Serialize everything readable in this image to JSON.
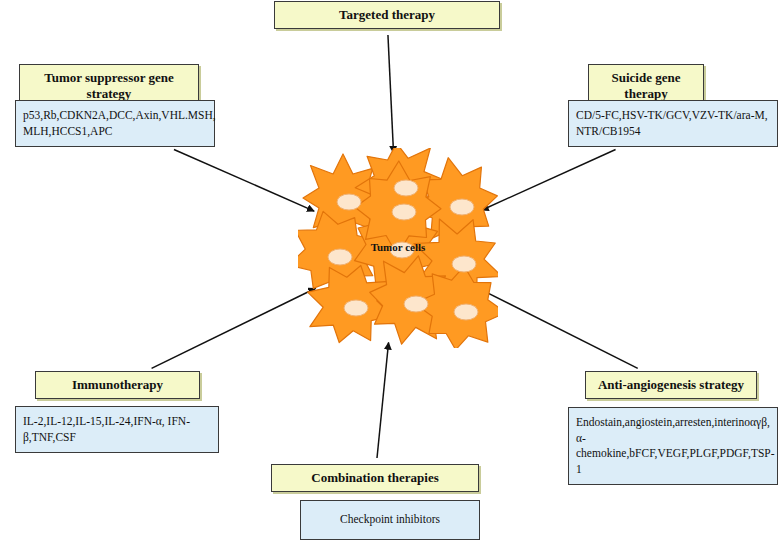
{
  "diagram": {
    "nodes": [
      {
        "text": [
          "Targeted therapy"
        ]
      },
      {
        "text": [
          "Tumor suppressor gene strategy"
        ]
      },
      {
        "text": [
          "p53,Rb,CDKN2A,DCC,Axin,VHL.MSH, MLH,HCCS1,APC"
        ]
      },
      {
        "text": [
          "Suicide gene therapy"
        ]
      },
      {
        "text": [
          "CD/5-FC,HSV-TK/GCV,VZV-TK/ara-M, NTR/CB1954"
        ]
      },
      {
        "text": [
          "Tumor cells"
        ]
      },
      {
        "text": [
          "Immunotherapy"
        ]
      },
      {
        "text": [
          "IL-2,IL-12,IL-15,IL-24,IFN-α, IFN-β,TNF,CSF"
        ]
      },
      {
        "text": [
          "Anti-angiogenesis strategy"
        ]
      },
      {
        "text": [
          "Endostain,angiostein,arresten,interinoαγβ, α-chemokine,bFCF,VEGF,PLGF,PDGF,TSP-1"
        ]
      },
      {
        "text": [
          "Combination therapies"
        ]
      },
      {
        "text": [
          "Checkpoint inhibitors"
        ]
      }
    ],
    "edges": [
      {
        "from": 0,
        "to": 5,
        "arrow": "to"
      },
      {
        "from": 2,
        "to": 5,
        "arrow": "to"
      },
      {
        "from": 4,
        "to": 5,
        "arrow": "to"
      },
      {
        "from": 6,
        "to": 5,
        "arrow": "to"
      },
      {
        "from": 8,
        "to": 5,
        "arrow": "to"
      },
      {
        "from": 10,
        "to": 5,
        "arrow": "to"
      }
    ]
  }
}
